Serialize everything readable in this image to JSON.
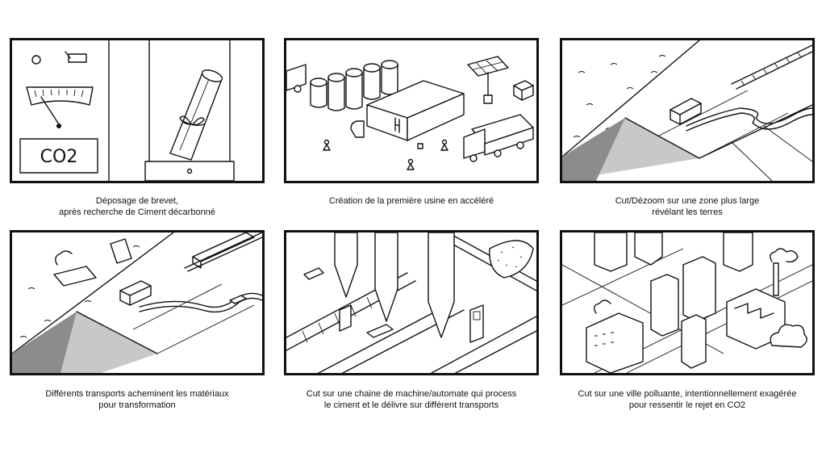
{
  "storyboard": {
    "frames": [
      {
        "lines": [
          "Déposage de brevet,",
          "après recherche de Ciment décarbonné"
        ],
        "gauge_label": "CO2"
      },
      {
        "lines": [
          "Création de la première usine en accéléré"
        ]
      },
      {
        "lines": [
          "Cut/Dézoom sur une zone plus large",
          "révélant les terres"
        ]
      },
      {
        "lines": [
          "Différents transports acheminent les matériaux",
          "pour transformation"
        ]
      },
      {
        "lines": [
          "Cut sur une chaine de machine/automate qui process",
          "le ciment et le délivre sur différent transports"
        ]
      },
      {
        "lines": [
          "Cut sur une ville polluante, intentionnellement exagérée",
          "pour ressentir le rejet en CO2"
        ]
      }
    ],
    "colors": {
      "ink": "#111111",
      "shade_dark": "#8c8c8c",
      "shade_light": "#c8c8c8",
      "paper": "#ffffff"
    }
  }
}
